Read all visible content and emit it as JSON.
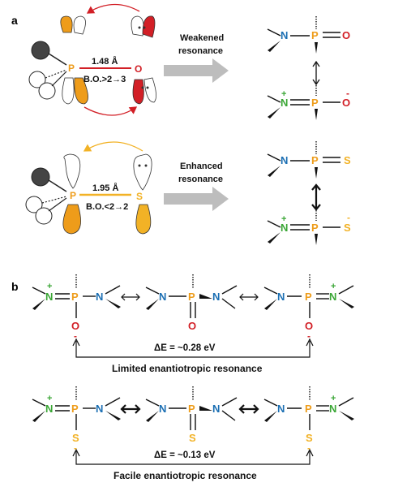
{
  "panel_labels": {
    "a": "a",
    "b": "b"
  },
  "colors": {
    "phosphorus": "#ee9c1a",
    "nitrogen": "#1b6fb3",
    "nitrogen_plus": "#3aa635",
    "oxygen": "#d21f26",
    "sulfur": "#f2b226",
    "arrow_gray": "#bdbdbd",
    "bond": "#111111"
  },
  "panel_a": {
    "top": {
      "atom_left": "P",
      "atom_right": "O",
      "bond_length": "1.48 Å",
      "bond_order": "B.O.>2→3",
      "arrow_label_line1": "Weakened",
      "arrow_label_line2": "resonance"
    },
    "bottom": {
      "atom_left": "P",
      "atom_right": "S",
      "bond_length": "1.95 Å",
      "bond_order": "B.O.<2→2",
      "arrow_label_line1": "Enhanced",
      "arrow_label_line2": "resonance"
    },
    "structures": {
      "N": "N",
      "P": "P",
      "O": "O",
      "S": "S",
      "plus": "+",
      "minus": "-"
    }
  },
  "panel_b": {
    "top_delta": "ΔE = ~0.28 eV",
    "top_caption": "Limited enantiotropic resonance",
    "bottom_delta": "ΔE = ~0.13 eV",
    "bottom_caption": "Facile enantiotropic resonance"
  }
}
